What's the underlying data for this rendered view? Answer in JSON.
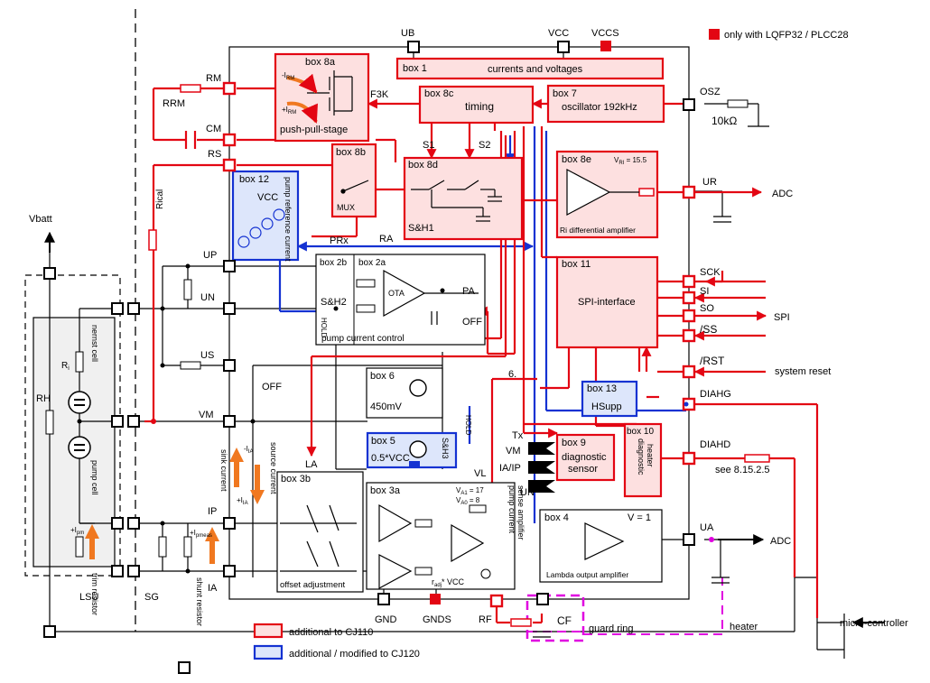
{
  "legend": {
    "lqfp_note": "only with LQFP32 / PLCC28",
    "additional_label": "additional to CJ110",
    "modified_label": "additional / modified to CJ120"
  },
  "boxes": {
    "b1": {
      "id": "box 1",
      "label": "currents and voltages"
    },
    "b7": {
      "id": "box 7",
      "label": "oscillator 192kHz"
    },
    "b8a": {
      "id": "box 8a",
      "label": "push-pull-stage"
    },
    "b8c": {
      "id": "box 8c",
      "label": "timing"
    },
    "b8b": {
      "id": "box 8b",
      "label": "MUX"
    },
    "b8d": {
      "id": "box 8d",
      "label": "S&H1"
    },
    "b8e": {
      "id": "box 8e",
      "label": "Ri differential amplifier",
      "vri": "V",
      "vri_sub": "RI",
      "vri_val": " = 15.5"
    },
    "b12": {
      "id": "box 12",
      "label": "VCC",
      "side": "pump reference current"
    },
    "b2a": {
      "id": "box 2a",
      "label": "OTA"
    },
    "b2b": {
      "id": "box 2b",
      "label": "S&H2"
    },
    "pcc": "pump current control",
    "b11": {
      "id": "box 11",
      "label": "SPI-interface"
    },
    "b6": {
      "id": "box 6",
      "label": "450mV"
    },
    "b13": {
      "id": "box 13",
      "label": "HSupp"
    },
    "b5": {
      "id": "box 5",
      "label": "0.5*VCC",
      "sh3": "S&H3"
    },
    "b9": {
      "id": "box 9",
      "label1": "diagnostic",
      "label2": "sensor"
    },
    "b10": {
      "id": "box 10",
      "label1": "diagnostic",
      "label2": "heater"
    },
    "b3b": {
      "id": "box 3b",
      "label": "offset adjustment"
    },
    "b3a": {
      "id": "box 3a",
      "va1": "V",
      "va1_sub": "A1",
      "va1_val": " = 17",
      "va0": "V",
      "va0_sub": "A0",
      "va0_val": " = 8",
      "side1": "pump current",
      "side2": "sense amplifier",
      "vref": "r",
      "vref_sub": "adj",
      "vref_tail": "* VCC"
    },
    "b4": {
      "id": "box 4",
      "v1": "V = 1",
      "label": "Lambda output amplifier"
    }
  },
  "pins": {
    "UB": "UB",
    "VCC": "VCC",
    "VCCS": "VCCS",
    "OSZ": "OSZ",
    "RM": "RM",
    "CM": "CM",
    "RS": "RS",
    "UP": "UP",
    "UN": "UN",
    "US": "US",
    "VM": "VM",
    "IP": "IP",
    "IA": "IA",
    "UR": "UR",
    "SCK": "SCK",
    "SI": "SI",
    "SO": "SO",
    "SS": "/SS",
    "RST": "/RST",
    "DIAHG": "DIAHG",
    "DIAHD": "DIAHD",
    "UA": "UA",
    "GND": "GND",
    "GNDS": "GNDS",
    "RF": "RF"
  },
  "labels": {
    "F3K": "F3K",
    "RRM": "RRM",
    "S1": "S1",
    "S2": "S2",
    "Rical": "Rical",
    "PRx": "PRx",
    "RA": "RA",
    "PA": "PA",
    "OFF": "OFF",
    "OFF2": "OFF",
    "LA": "LA",
    "six": "6.",
    "Tx": "Tx",
    "VM2": "VM",
    "IAIP": "IA/IP",
    "UN2": "UN",
    "VL": "VL",
    "HOLD": "HOLD",
    "HOLD2": "HOLD",
    "CF": "CF",
    "guard": "guard ring",
    "heater": "heater",
    "micro": "micro-controller",
    "ADC1": "ADC",
    "ADC2": "ADC",
    "SPI": "SPI",
    "sysreset": "system reset",
    "see": "see 8.15.2.5",
    "osc_res": "10kΩ",
    "vbatt": "Vbatt",
    "RH": "RH",
    "Ri": "R",
    "Ri_sub": "i",
    "nernst": "nernst cell",
    "pump": "pump cell",
    "trim": "trim resistor",
    "LSU": "LSU",
    "SG": "SG",
    "shunt": "shunt resistor",
    "sink": "sink current",
    "source": "source current",
    "Iia_minus": "-I",
    "Iia_plus": "+I",
    "Iia_sub": "IA",
    "Irm_minus": "-I",
    "Irm_plus": "+I",
    "Irm_sub": "RM",
    "Ipm": "+I",
    "Ipm_sub": "pm",
    "Ipr": "+I",
    "Ipr_sub": "pmeas"
  },
  "colors": {
    "red": "#e30613",
    "blue": "#1432d2",
    "pink_fill": "#fde0e0",
    "blue_fill": "#dde6fb",
    "guard": "#e000e0",
    "orange": "#f07820"
  }
}
